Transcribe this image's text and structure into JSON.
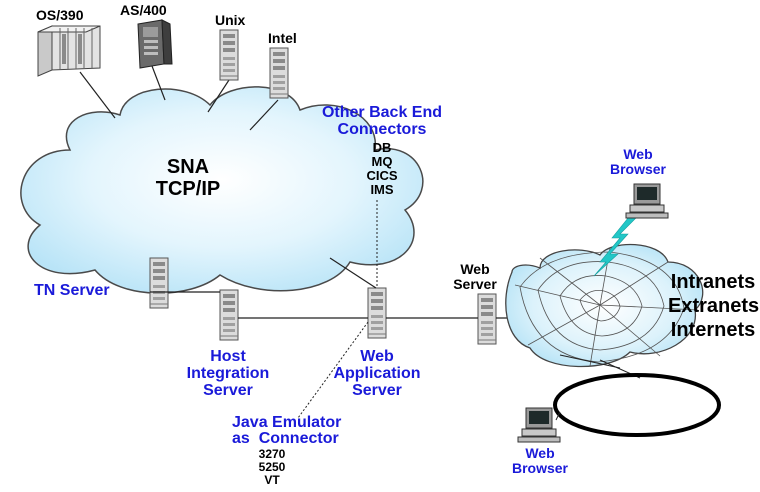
{
  "hosts": {
    "os390": "OS/390",
    "as400": "AS/400",
    "unix": "Unix",
    "intel": "Intel"
  },
  "network": {
    "line1": "SNA",
    "line2": "TCP/IP"
  },
  "back_end": {
    "title_line1": "Other Back End",
    "title_line2": "Connectors",
    "items": [
      "DB",
      "MQ",
      "CICS",
      "IMS"
    ]
  },
  "tn_server": "TN Server",
  "host_integration": {
    "line1": "Host",
    "line2": "Integration",
    "line3": "Server"
  },
  "web_app": {
    "line1": "Web",
    "line2": "Application",
    "line3": "Server"
  },
  "web_server": {
    "line1": "Web",
    "line2": "Server"
  },
  "java_emulator": {
    "line1": "Java Emulator",
    "line2": "as  Connector",
    "items": [
      "3270",
      "5250",
      "VT"
    ]
  },
  "web_browser_top": {
    "line1": "Web",
    "line2": "Browser"
  },
  "web_browser_bottom": {
    "line1": "Web",
    "line2": "Browser"
  },
  "nets": {
    "line1": "Intranets",
    "line2": "Extranets",
    "line3": "Internets"
  },
  "colors": {
    "cloud_fill": "#d6f0fb",
    "label_blue": "#1a1ad9",
    "lightning": "#22c7c7"
  }
}
